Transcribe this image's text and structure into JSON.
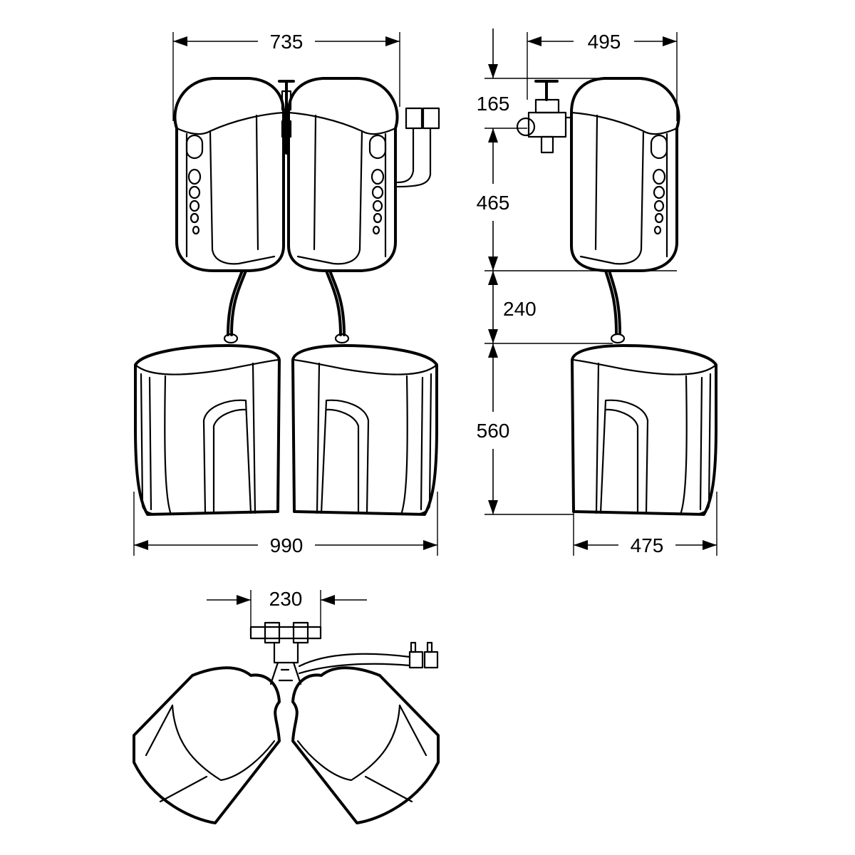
{
  "dimensions": {
    "front_top_width": "735",
    "side_top_width": "495",
    "side_valve_height": "165",
    "side_upper_unit_height": "465",
    "side_gap_height": "240",
    "side_lower_unit_height": "560",
    "front_bottom_width": "990",
    "side_bottom_width": "475",
    "plan_valve_width": "230"
  },
  "colors": {
    "line": "#000000",
    "background": "#ffffff"
  }
}
